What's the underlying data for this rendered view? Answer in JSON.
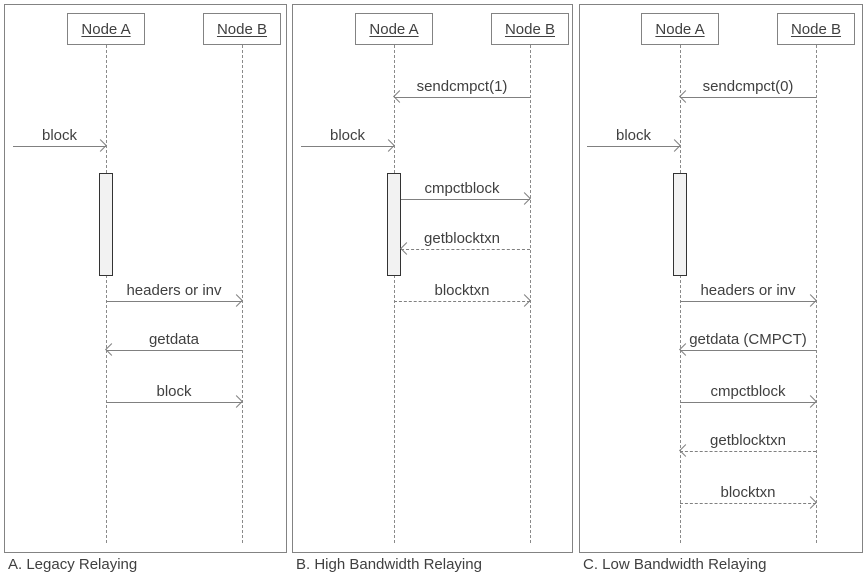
{
  "diagram_type": "uml-sequence-diagram",
  "colors": {
    "background": "#ffffff",
    "stroke": "#808080",
    "text": "#404040",
    "activation_fill": "#f2f2f2",
    "activation_border": "#333333"
  },
  "panels": [
    {
      "id": "A",
      "caption": "A. Legacy Relaying",
      "nodes": {
        "a": "Node A",
        "b": "Node B"
      },
      "activation": {
        "on": "node-a"
      },
      "messages": [
        {
          "label": "block",
          "from": "external",
          "to": "node-a",
          "line": "solid"
        },
        {
          "label": "headers or inv",
          "from": "node-a",
          "to": "node-b",
          "line": "solid"
        },
        {
          "label": "getdata",
          "from": "node-b",
          "to": "node-a",
          "line": "solid"
        },
        {
          "label": "block",
          "from": "node-a",
          "to": "node-b",
          "line": "solid"
        }
      ]
    },
    {
      "id": "B",
      "caption": "B. High Bandwidth Relaying",
      "nodes": {
        "a": "Node A",
        "b": "Node B"
      },
      "activation": {
        "on": "node-a"
      },
      "messages": [
        {
          "label": "sendcmpct(1)",
          "from": "node-b",
          "to": "node-a",
          "line": "solid"
        },
        {
          "label": "block",
          "from": "external",
          "to": "node-a",
          "line": "solid"
        },
        {
          "label": "cmpctblock",
          "from": "node-a",
          "to": "node-b",
          "line": "solid"
        },
        {
          "label": "getblocktxn",
          "from": "node-b",
          "to": "node-a",
          "line": "dashed"
        },
        {
          "label": "blocktxn",
          "from": "node-a",
          "to": "node-b",
          "line": "dashed"
        }
      ]
    },
    {
      "id": "C",
      "caption": "C. Low Bandwidth Relaying",
      "nodes": {
        "a": "Node A",
        "b": "Node B"
      },
      "activation": {
        "on": "node-a"
      },
      "messages": [
        {
          "label": "sendcmpct(0)",
          "from": "node-b",
          "to": "node-a",
          "line": "solid"
        },
        {
          "label": "block",
          "from": "external",
          "to": "node-a",
          "line": "solid"
        },
        {
          "label": "headers or inv",
          "from": "node-a",
          "to": "node-b",
          "line": "solid"
        },
        {
          "label": "getdata (CMPCT)",
          "from": "node-b",
          "to": "node-a",
          "line": "solid"
        },
        {
          "label": "cmpctblock",
          "from": "node-a",
          "to": "node-b",
          "line": "solid"
        },
        {
          "label": "getblocktxn",
          "from": "node-b",
          "to": "node-a",
          "line": "dashed"
        },
        {
          "label": "blocktxn",
          "from": "node-a",
          "to": "node-b",
          "line": "dashed"
        }
      ]
    }
  ]
}
